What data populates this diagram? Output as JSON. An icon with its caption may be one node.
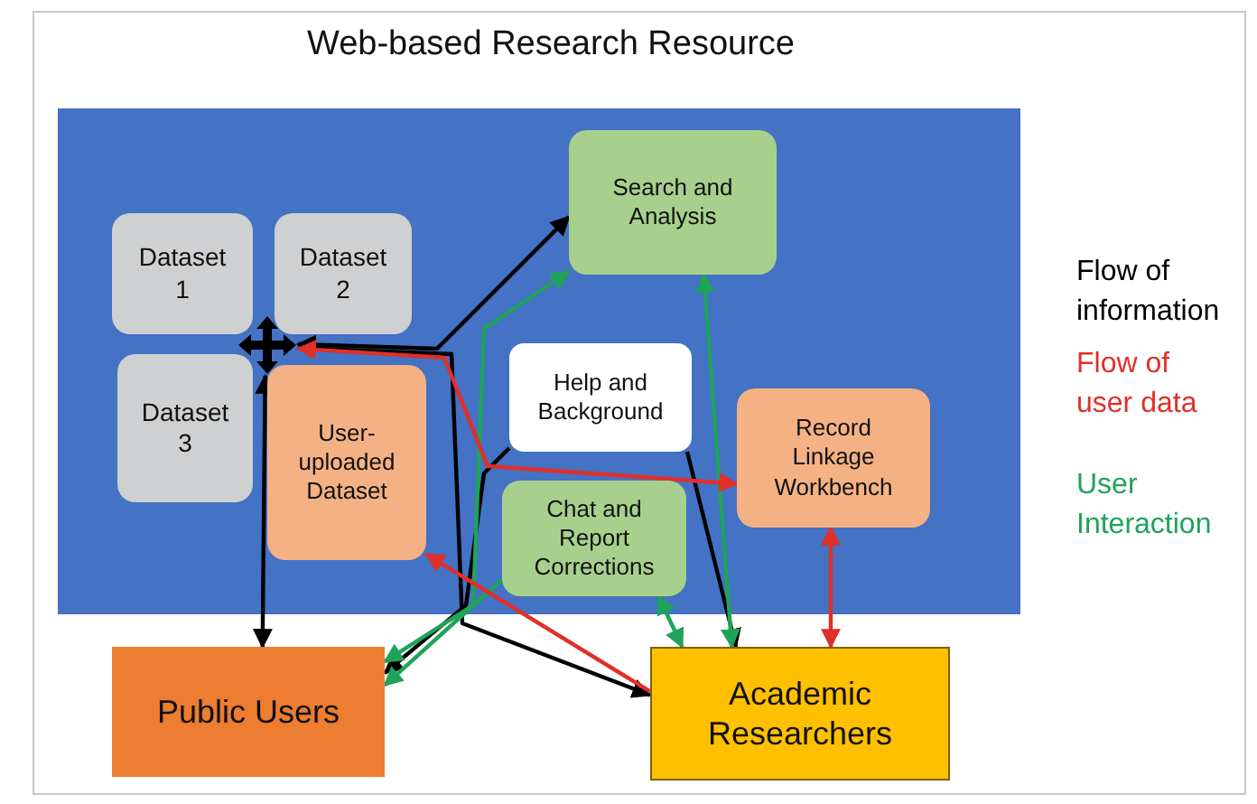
{
  "diagram": {
    "title": "Web-based Research Resource",
    "nodes": [
      {
        "text": [],
        "shape": "box"
      },
      {
        "text": [
          "Dataset 1"
        ],
        "in": 0
      },
      {
        "text": [
          "Dataset 2"
        ],
        "in": 0
      },
      {
        "text": [
          "Search and Analysis"
        ],
        "in": 0
      },
      {
        "text": [
          "Dataset 3"
        ],
        "in": 0
      },
      {
        "text": [],
        "shape": "cross",
        "in": 0
      },
      {
        "text": [
          "Help and Background"
        ],
        "in": 0
      },
      {
        "text": [
          "User-uploaded Dataset"
        ],
        "in": 0
      },
      {
        "text": [
          "Record Linkage Workbench"
        ],
        "in": 0
      },
      {
        "text": [
          "Chat and Report Corrections"
        ],
        "in": 0
      },
      {
        "text": [
          "Public Users"
        ]
      },
      {
        "text": [
          "Academic Researchers"
        ]
      }
    ],
    "edges": [
      {
        "from": 5,
        "to": 3,
        "arrow": "both"
      },
      {
        "from": 5,
        "to": 10,
        "arrow": "both"
      },
      {
        "from": 5,
        "to": 11,
        "arrow": "to"
      },
      {
        "from": 6,
        "to": 10,
        "arrow": "to"
      },
      {
        "from": 6,
        "to": 11,
        "arrow": "to"
      },
      {
        "from": 10,
        "to": 3,
        "arrow": "both",
        "color": "#1fa35a"
      },
      {
        "from": 9,
        "to": 10,
        "arrow": "to",
        "color": "#1fa35a"
      },
      {
        "from": 3,
        "to": 11,
        "arrow": "both",
        "color": "#1fa35a"
      },
      {
        "from": 9,
        "to": 11,
        "arrow": "both",
        "color": "#1fa35a"
      },
      {
        "from": 8,
        "to": 5,
        "arrow": "both",
        "color": "#e0302a"
      },
      {
        "from": 11,
        "to": 7,
        "arrow": "to",
        "color": "#e0302a"
      },
      {
        "from": 8,
        "to": 11,
        "arrow": "both",
        "color": "#e0302a"
      }
    ],
    "legend": [
      {
        "text": "Flow of information",
        "color": "#000000"
      },
      {
        "text": "Flow of user data",
        "color": "#e0302a"
      },
      {
        "text": "User Interaction",
        "color": "#1fa35a"
      }
    ]
  }
}
